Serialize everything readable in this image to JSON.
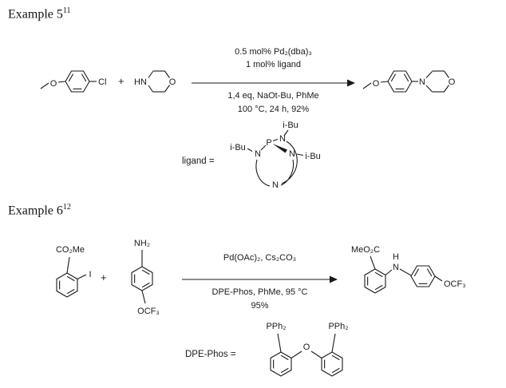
{
  "example5": {
    "heading": "Example 5",
    "heading_sup": "11",
    "plus": "+",
    "reagent1": {
      "o": "O",
      "cl": "Cl"
    },
    "reagent2": {
      "hn": "HN",
      "o": "O"
    },
    "conditions": {
      "above1": "0.5 mol% Pd₂(dba)₃",
      "above2": "1 mol% ligand",
      "below1": "1,4 eq, NaOt-Bu, PhMe",
      "below2": "100 °C, 24 h, 92%"
    },
    "product": {
      "o": "O",
      "n": "N",
      "o2": "O"
    },
    "ligand": {
      "label": "ligand =",
      "p": "P",
      "n_top": "N",
      "n_left": "N",
      "n_right": "N",
      "n_bottom": "N",
      "ibu_top": "i-Bu",
      "ibu_left": "i-Bu",
      "ibu_right": "i-Bu"
    }
  },
  "example6": {
    "heading": "Example 6",
    "heading_sup": "12",
    "plus": "+",
    "reagent1": {
      "ester": "CO₂Me",
      "iodo": "I"
    },
    "reagent2": {
      "amine": "NH₂",
      "ocf3": "OCF₃"
    },
    "conditions": {
      "above1": "Pd(OAc)₂, Cs₂CO₃",
      "below1": "DPE-Phos, PhMe, 95 °C",
      "below2": "95%"
    },
    "product": {
      "ester": "MeO₂C",
      "h": "H",
      "n": "N",
      "ocf3": "OCF₃"
    },
    "dpephos": {
      "label": "DPE-Phos =",
      "pph2_left": "PPh₂",
      "o": "O",
      "pph2_right": "PPh₂"
    }
  }
}
